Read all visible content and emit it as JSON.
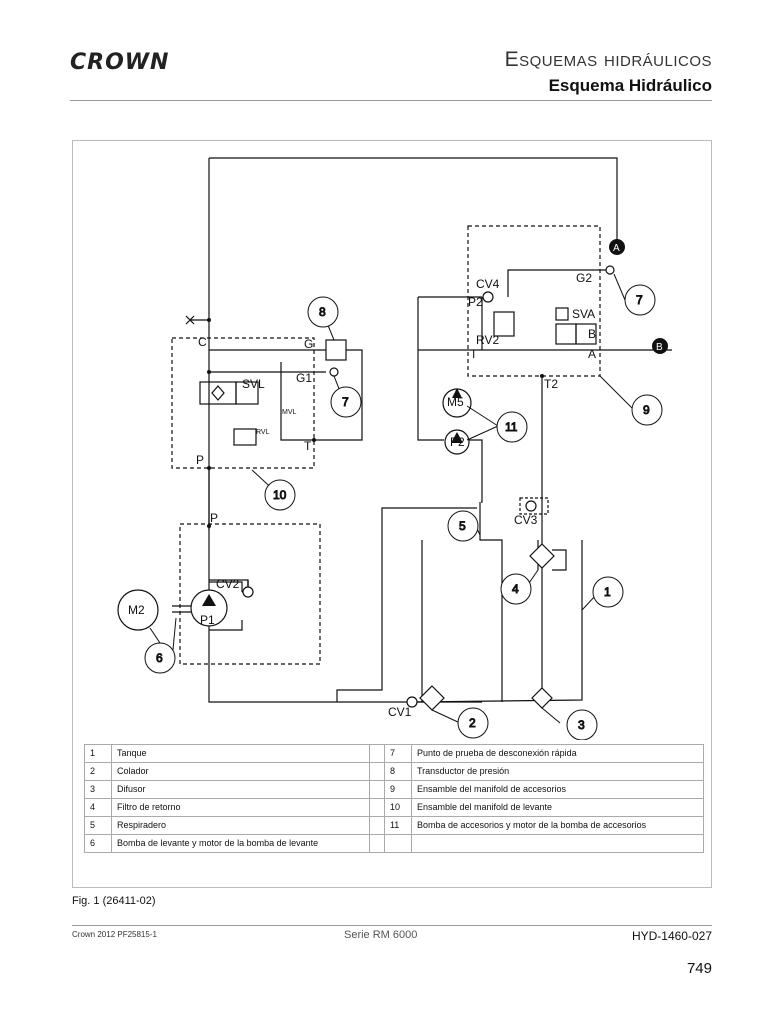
{
  "header": {
    "logo": "CROWN",
    "section_title": "Esquemas hidráulicos",
    "page_subtitle": "Esquema Hidráulico"
  },
  "schematic": {
    "ports": {
      "C": "C",
      "P_upper": "P",
      "P_lower": "P",
      "G": "G",
      "G1": "G1",
      "T_left": "T",
      "P2": "P2",
      "G2": "G2",
      "B": "B",
      "A": "A",
      "T_right": "T",
      "T2": "T2"
    },
    "components": {
      "SVL": "SVL",
      "RVL": "RVL",
      "MVL": "MVL",
      "CV2": "CV2",
      "P1": "P1",
      "M2": "M2",
      "CV4": "CV4",
      "RV2": "RV2",
      "SVA": "SVA",
      "M5": "M5",
      "P2_pump": "P2",
      "CV3": "CV3",
      "CV1": "CV1"
    },
    "connectors": {
      "A": "A",
      "B": "B"
    },
    "callouts": [
      "1",
      "2",
      "3",
      "4",
      "5",
      "6",
      "7",
      "7",
      "8",
      "9",
      "10",
      "11"
    ]
  },
  "legend": {
    "rows": [
      {
        "n1": "1",
        "t1": "Tanque",
        "n2": "7",
        "t2": "Punto de prueba de desconexión rápida"
      },
      {
        "n1": "2",
        "t1": "Colador",
        "n2": "8",
        "t2": "Transductor de presión"
      },
      {
        "n1": "3",
        "t1": "Difusor",
        "n2": "9",
        "t2": "Ensamble del manifold de accesorios"
      },
      {
        "n1": "4",
        "t1": "Filtro de retorno",
        "n2": "10",
        "t2": "Ensamble del manifold de levante"
      },
      {
        "n1": "5",
        "t1": "Respiradero",
        "n2": "11",
        "t2": "Bomba de accesorios y motor de la bomba de accesorios"
      },
      {
        "n1": "6",
        "t1": "Bomba de levante y motor de la bomba de levante",
        "n2": "",
        "t2": ""
      }
    ]
  },
  "figure_caption": "Fig. 1 (26411-02)",
  "footer": {
    "left": "Crown 2012 PF25815-1",
    "center": "Serie RM 6000",
    "right": "HYD-1460-027",
    "page_number": "749"
  }
}
